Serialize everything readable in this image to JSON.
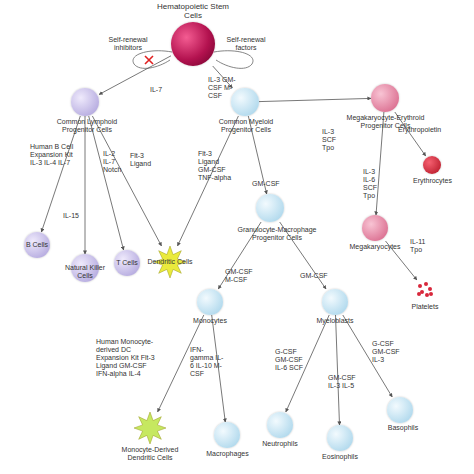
{
  "diagram": {
    "nodes": [
      {
        "text": [
          "Hematopoietic Stem Cells"
        ]
      },
      {
        "text": [
          "Common Lymphoid Progenitor Cells"
        ]
      },
      {
        "text": [
          "Common Myeloid Progenitor Cells"
        ]
      },
      {
        "text": [
          "Megakaryocyte-Erythroid Progenitor Cells"
        ]
      },
      {
        "text": [
          "Erythrocytes"
        ]
      },
      {
        "text": [
          "B Cells"
        ]
      },
      {
        "text": [
          "Natural Killer Cells"
        ]
      },
      {
        "text": [
          "T Cells"
        ]
      },
      {
        "text": [
          "Dendritic Cells"
        ]
      },
      {
        "text": [
          "Granulocyte-Macrophage Progenitor Cells"
        ]
      },
      {
        "text": [
          "Megakaryocytes"
        ]
      },
      {
        "text": [
          "Platelets"
        ]
      },
      {
        "text": [
          "Monocytes"
        ]
      },
      {
        "text": [
          "Myeloblasts"
        ]
      },
      {
        "text": [
          "Monocyte-Derived Dendritic Cells"
        ]
      },
      {
        "text": [
          "Macrophages"
        ]
      },
      {
        "text": [
          "Neutrophils"
        ]
      },
      {
        "text": [
          "Eosinophils"
        ]
      },
      {
        "text": [
          "Basophils"
        ]
      }
    ],
    "edges": [
      {
        "from": 0,
        "to": 1,
        "arrow": "to",
        "label": "IL-7"
      },
      {
        "from": 0,
        "to": 2,
        "arrow": "to",
        "label": "IL-3 GM-CSF M-CSF"
      },
      {
        "from": 1,
        "to": 5,
        "arrow": "to",
        "label": "Human B Cell Expansion Kit IL-3 IL-4 IL-7"
      },
      {
        "from": 1,
        "to": 6,
        "arrow": "to",
        "label": "IL-15"
      },
      {
        "from": 1,
        "to": 7,
        "arrow": "to",
        "label": "IL-2 IL-7 Notch"
      },
      {
        "from": 1,
        "to": 8,
        "arrow": "to",
        "label": "Flt-3 Ligand"
      },
      {
        "from": 2,
        "to": 8,
        "arrow": "to",
        "label": "Flt-3 Ligand GM-CSF TNF-alpha"
      },
      {
        "from": 2,
        "to": 3,
        "arrow": "to",
        "label": "IL-3 SCF Tpo"
      },
      {
        "from": 2,
        "to": 9,
        "arrow": "to",
        "label": "GM-CSF"
      },
      {
        "from": 3,
        "to": 4,
        "arrow": "to",
        "label": "Erythropoietin"
      },
      {
        "from": 3,
        "to": 10,
        "arrow": "to",
        "label": "IL-3 IL-6 SCF Tpo"
      },
      {
        "from": 10,
        "to": 11,
        "arrow": "to",
        "label": "IL-11 Tpo"
      },
      {
        "from": 9,
        "to": 12,
        "arrow": "to",
        "label": "GM-CSF M-CSF"
      },
      {
        "from": 9,
        "to": 13,
        "arrow": "to",
        "label": "GM-CSF"
      },
      {
        "from": 12,
        "to": 14,
        "arrow": "to",
        "label": "Human Monocyte-derived DC Expansion Kit Flt-3 Ligand GM-CSF IFN-alpha IL-4"
      },
      {
        "from": 12,
        "to": 15,
        "arrow": "to",
        "label": "IFN-gamma IL-6 IL-10 M-CSF"
      },
      {
        "from": 13,
        "to": 16,
        "arrow": "to",
        "label": "G-CSF GM-CSF IL-6 SCF"
      },
      {
        "from": 13,
        "to": 17,
        "arrow": "to",
        "label": "GM-CSF IL-3 IL-5"
      },
      {
        "from": 13,
        "to": 18,
        "arrow": "to",
        "label": "G-CSF GM-CSF IL-3"
      }
    ],
    "labels": [
      "Self-renewal inhibitors",
      "Self-renewal factors"
    ]
  }
}
